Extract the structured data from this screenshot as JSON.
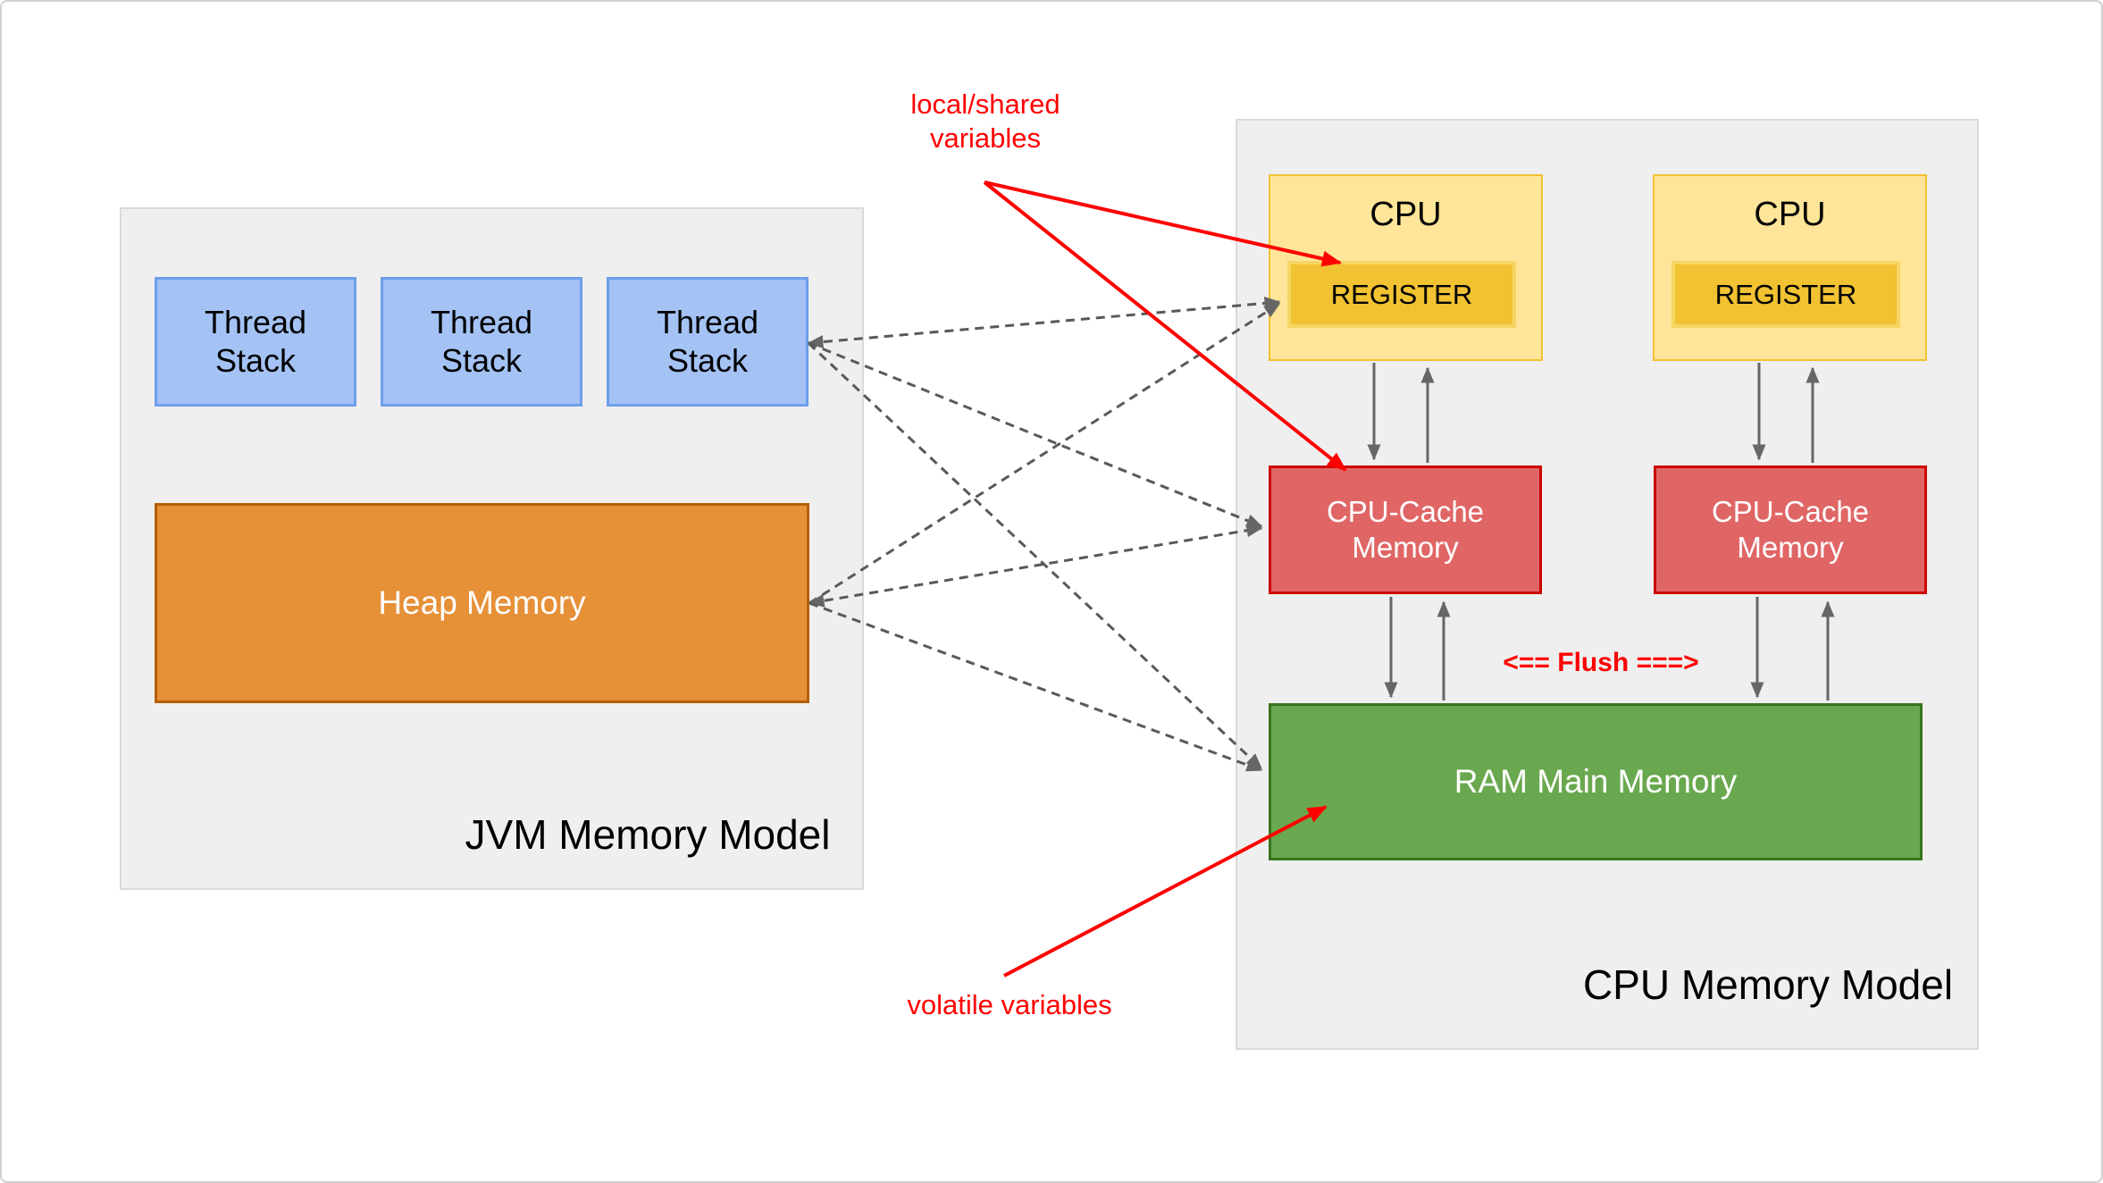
{
  "page": {
    "jvm_panel": {
      "title": "JVM Memory Model",
      "thread_stacks": [
        {
          "line1": "Thread",
          "line2": "Stack"
        },
        {
          "line1": "Thread",
          "line2": "Stack"
        },
        {
          "line1": "Thread",
          "line2": "Stack"
        }
      ],
      "heap_label": "Heap Memory"
    },
    "cpu_panel": {
      "title": "CPU Memory Model",
      "cpus": [
        {
          "label": "CPU",
          "register_label": "REGISTER",
          "cache": {
            "line1": "CPU-Cache",
            "line2": "Memory"
          }
        },
        {
          "label": "CPU",
          "register_label": "REGISTER",
          "cache": {
            "line1": "CPU-Cache",
            "line2": "Memory"
          }
        }
      ],
      "ram_label": "RAM Main Memory",
      "flush_label": "<== Flush ===>"
    },
    "annotations": {
      "local_shared": {
        "line1": "local/shared",
        "line2": "variables"
      },
      "volatile_label": "volatile variables"
    },
    "colors": {
      "panel_bg": "#efefef",
      "panel_border": "#dadada",
      "thread_stack_fill": "#a4c2f4",
      "thread_stack_border": "#6d9eeb",
      "heap_fill": "#e69138",
      "heap_border": "#b45f06",
      "cpu_fill": "#ffe599",
      "cpu_border": "#f1c232",
      "register_fill": "#f1c232",
      "cache_fill": "#e06666",
      "cache_border": "#cc0000",
      "ram_fill": "#6aa84f",
      "ram_border": "#38761d",
      "annotation_red": "#ff0000",
      "solid_arrow_gray": "#666666",
      "dashed_arrow_gray": "#595959"
    }
  }
}
